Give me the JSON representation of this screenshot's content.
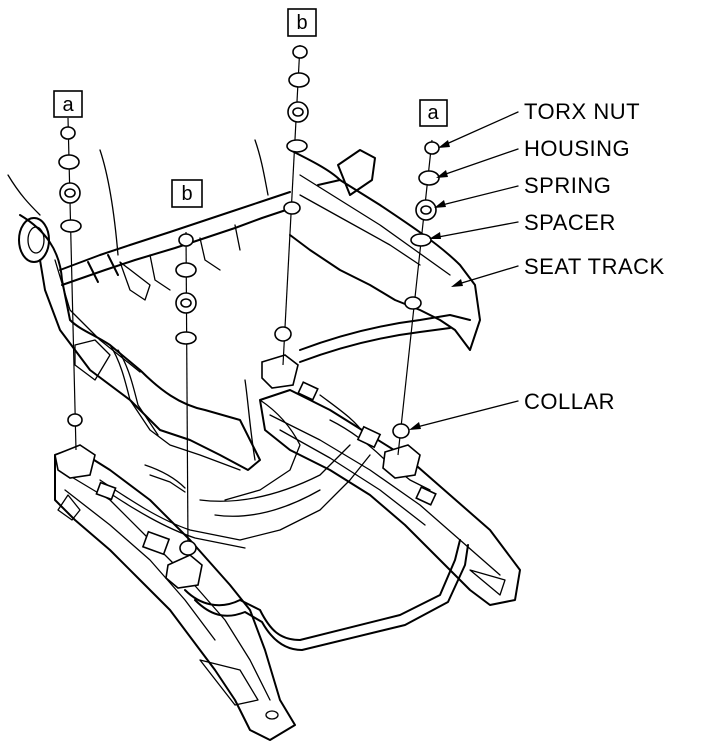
{
  "callouts": {
    "torx_nut": "TORX NUT",
    "housing": "HOUSING",
    "spring": "SPRING",
    "spacer": "SPACER",
    "seat_track": "SEAT TRACK",
    "collar": "COLLAR"
  },
  "box_labels": {
    "a_left": "a",
    "a_right": "a",
    "b_top": "b",
    "b_mid": "b"
  }
}
